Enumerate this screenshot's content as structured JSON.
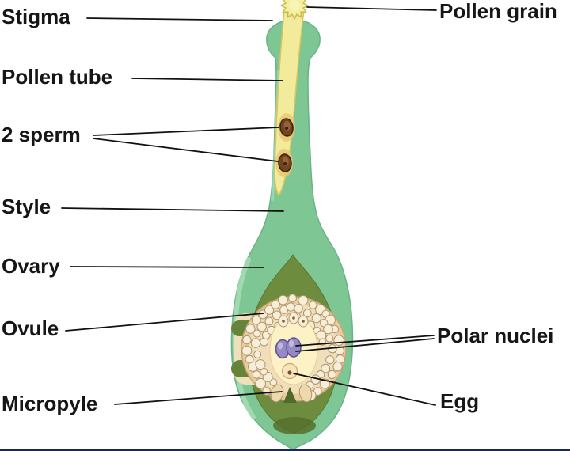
{
  "figure": {
    "type": "labeled-biology-diagram",
    "subject": "Pistil cross-section showing pollen tube growth and double fertilization structures",
    "labels": {
      "stigma": "Stigma",
      "pollen_grain": "Pollen grain",
      "pollen_tube": "Pollen tube",
      "two_sperm": "2 sperm",
      "style": "Style",
      "ovary": "Ovary",
      "ovule": "Ovule",
      "micropyle": "Micropyle",
      "polar_nuclei": "Polar nuclei",
      "egg": "Egg"
    },
    "colors": {
      "pistil_mint_green": "#7ec795",
      "locule_olive_green": "#6e8c3e",
      "pollen_tube_yellow": "#f2eb9c",
      "pollen_grain_yellow": "#f4eea1",
      "sperm_brown": "#6f4522",
      "ovule_beige": "#e8cc9e",
      "integument_cell_cream": "#f6eed8",
      "embryo_sac_cream": "#fcf2c6",
      "polar_nuclei_purple": "#958ac4",
      "egg_cream": "#f7e3be",
      "leader_line_black": "#111111",
      "label_text_black": "#161616",
      "bottom_bar_navy": "#20294d",
      "background_white": "#ffffff"
    }
  }
}
